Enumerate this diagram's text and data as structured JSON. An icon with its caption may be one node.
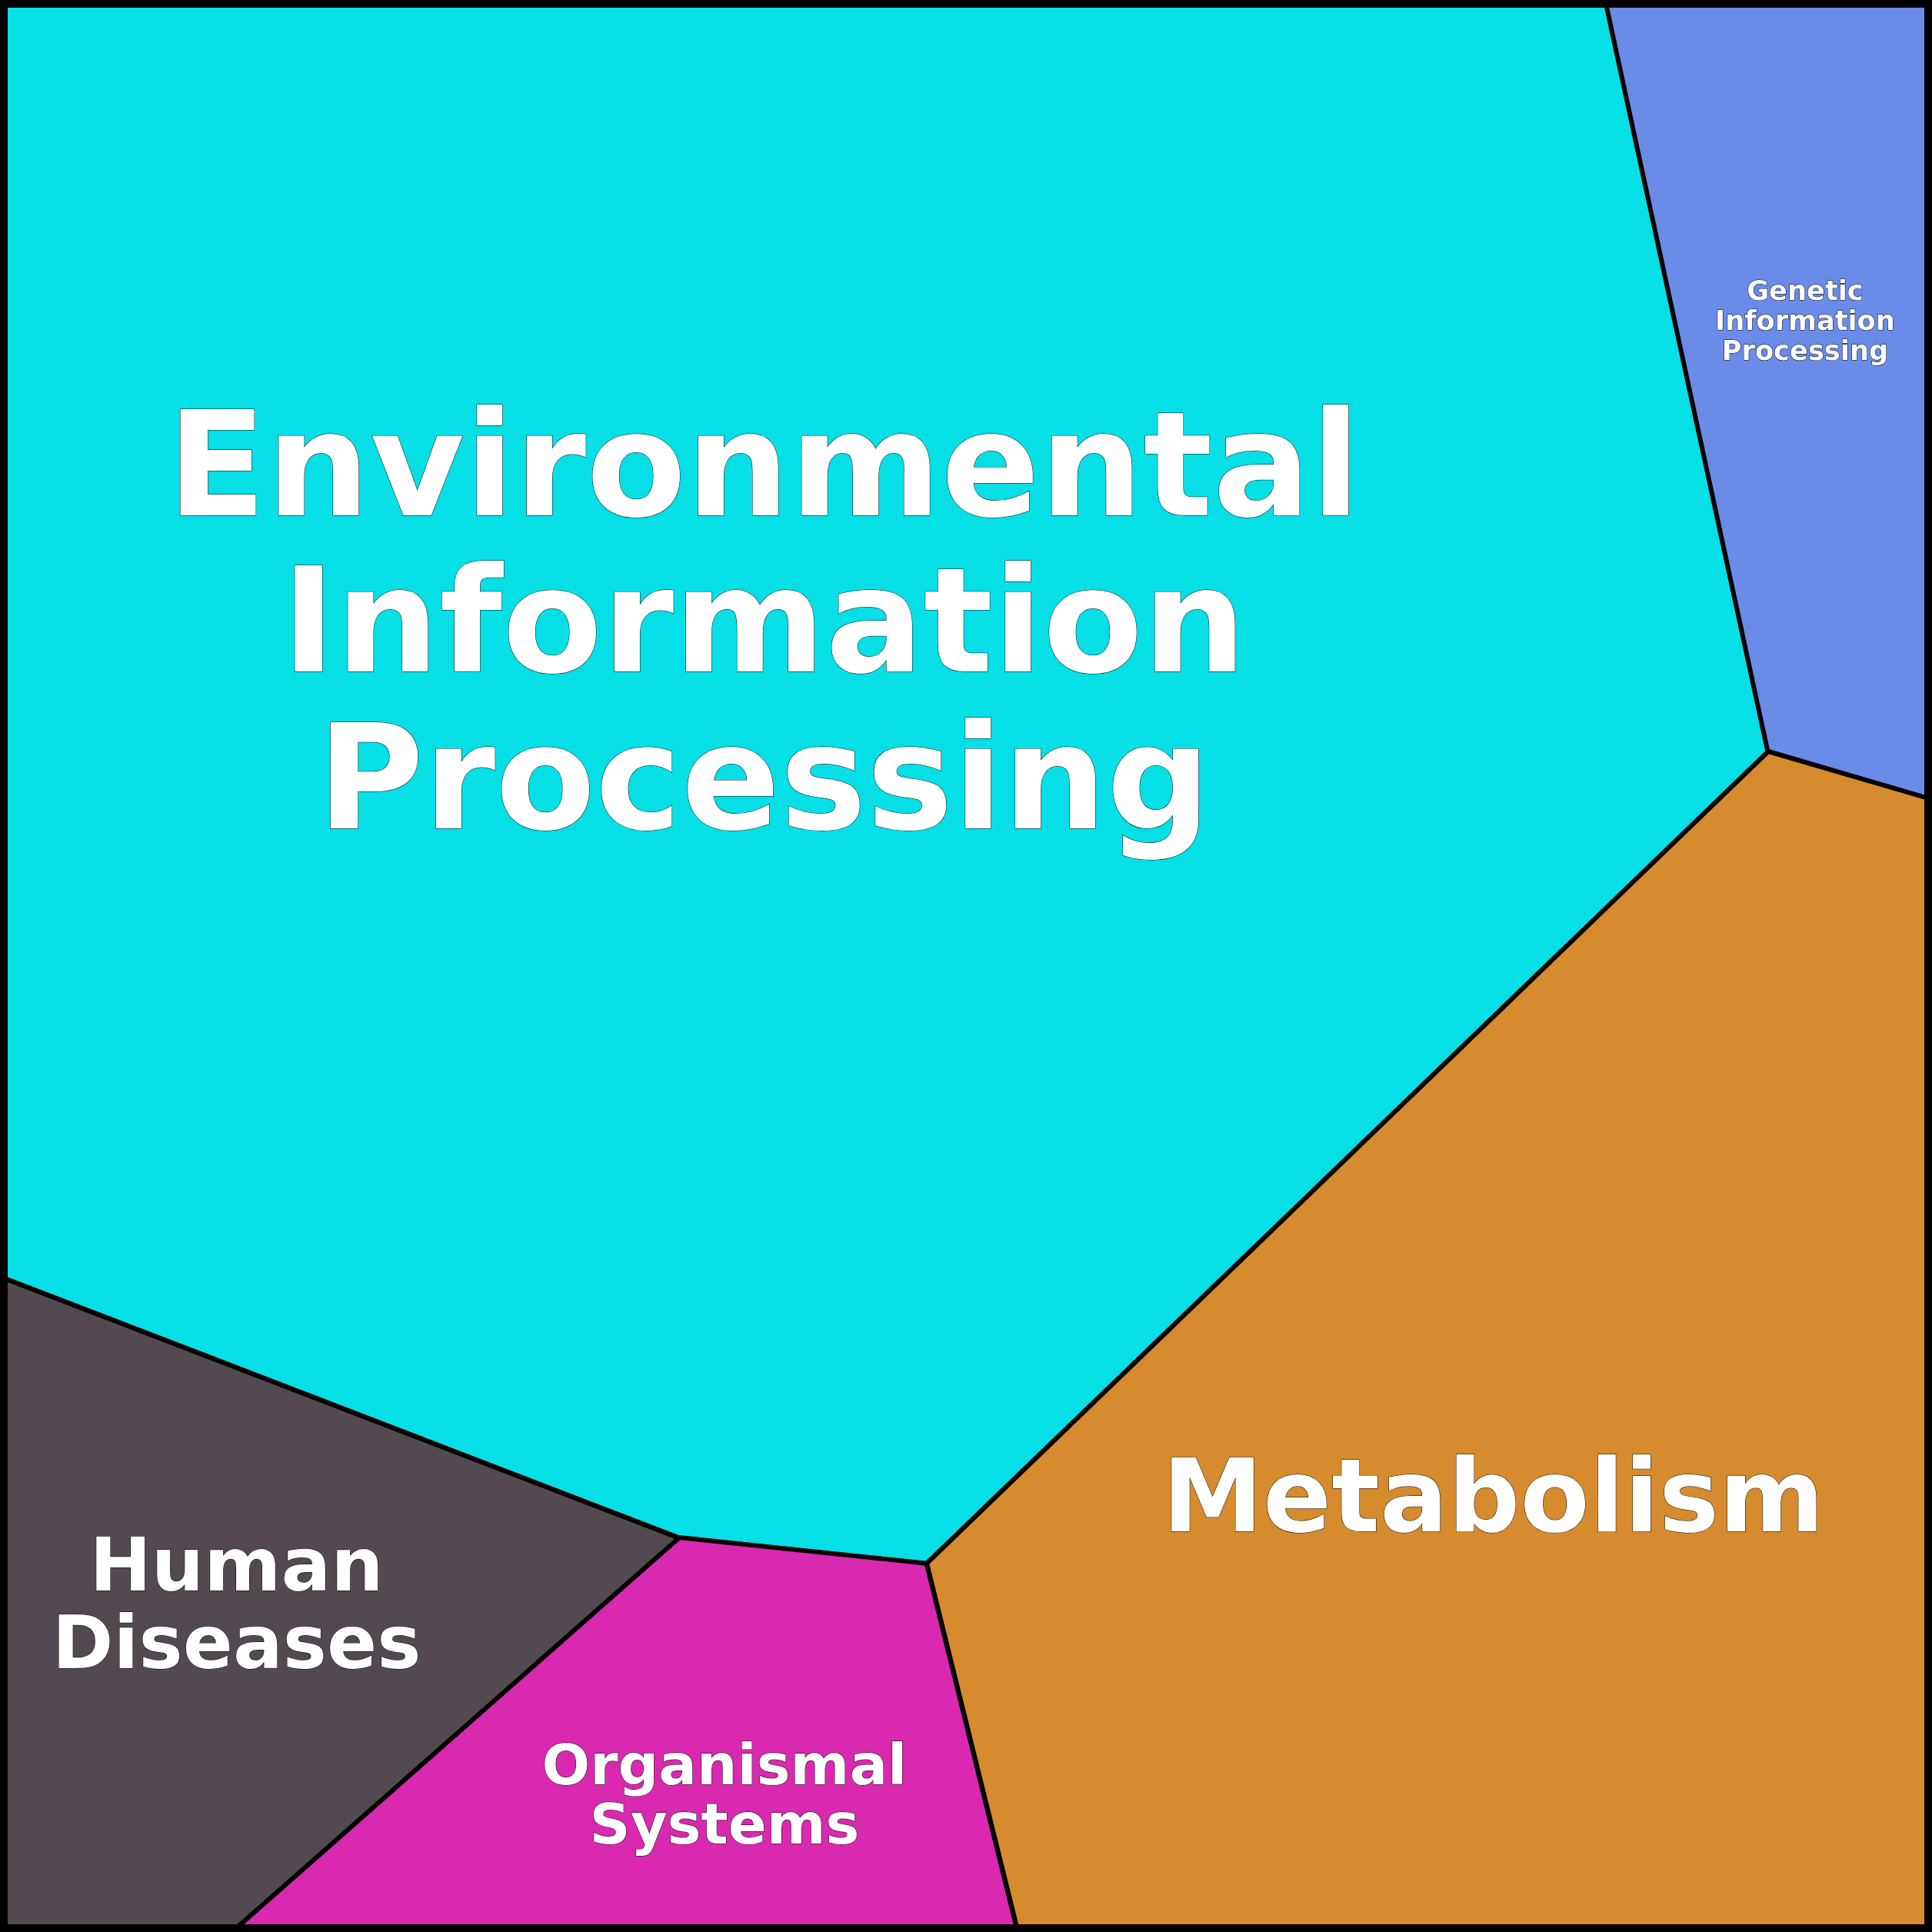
{
  "diagram": {
    "nodes": [
      {
        "text": [
          "Environmental Information Processing"
        ]
      },
      {
        "text": [
          "Genetic Information Processing"
        ]
      },
      {
        "text": [
          "Metabolism"
        ]
      },
      {
        "text": [
          "Organismal Systems"
        ]
      },
      {
        "text": [
          "Human Diseases"
        ]
      }
    ]
  }
}
